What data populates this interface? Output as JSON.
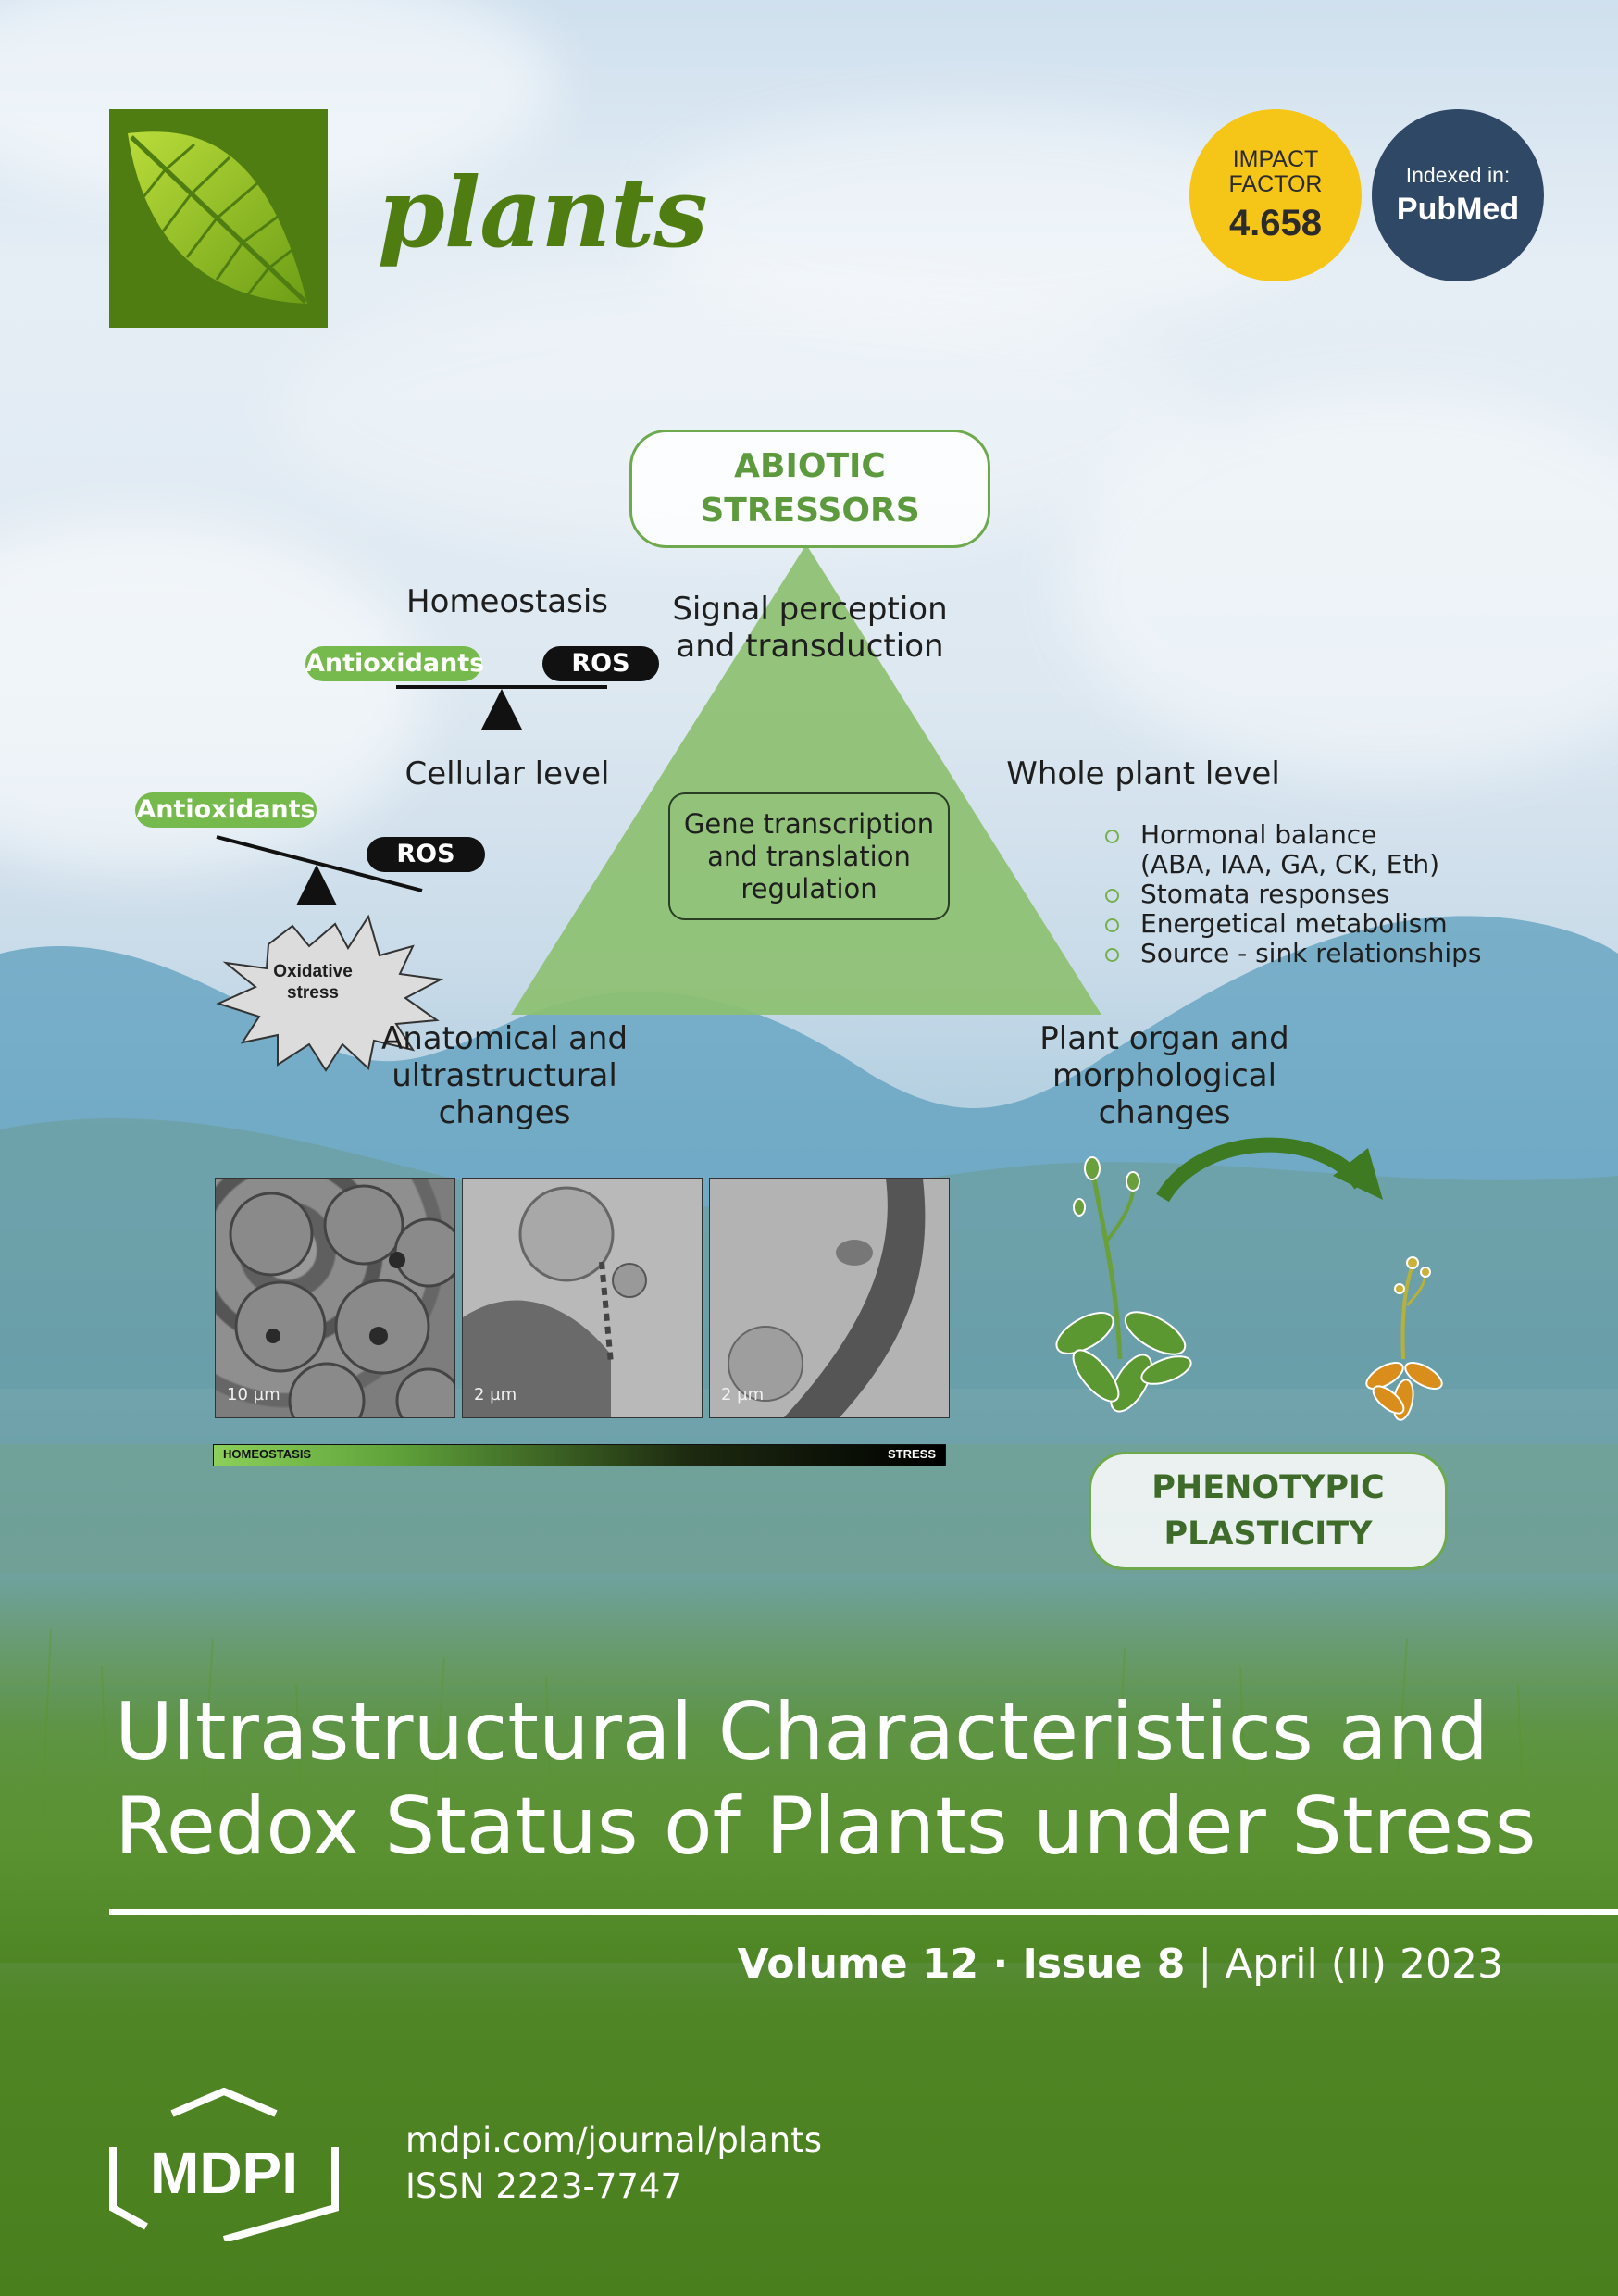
{
  "journal": {
    "name": "plants",
    "impact_factor": {
      "label_line1": "IMPACT",
      "label_line2": "FACTOR",
      "value": "4.658"
    },
    "indexed": {
      "label": "Indexed in:",
      "value": "PubMed"
    }
  },
  "diagram": {
    "stressors": {
      "line1": "ABIOTIC",
      "line2": "STRESSORS"
    },
    "homeostasis": "Homeostasis",
    "signal": {
      "line1": "Signal perception",
      "line2": "and transduction"
    },
    "balance_top": {
      "antioxidants": "Antioxidants",
      "ros": "ROS"
    },
    "cellular_level": "Cellular level",
    "whole_plant_level": "Whole plant level",
    "balance_bottom": {
      "antioxidants": "Antioxidants",
      "ros": "ROS"
    },
    "oxidative_stress": {
      "line1": "Oxidative",
      "line2": "stress"
    },
    "gene_box": {
      "line1": "Gene transcription",
      "line2": "and translation",
      "line3": "regulation"
    },
    "whole_plant_items": [
      "Hormonal balance",
      "(ABA, IAA, GA, CK, Eth)",
      "Stomata responses",
      "Energetical metabolism",
      "Source - sink relationships"
    ],
    "anatomical": {
      "line1": "Anatomical and",
      "line2": "ultrastructural",
      "line3": "changes"
    },
    "organ": {
      "line1": "Plant organ and",
      "line2": "morphological",
      "line3": "changes"
    },
    "micrographs": [
      {
        "scale": "10 µm"
      },
      {
        "scale": "2 µm"
      },
      {
        "scale": "2 µm"
      }
    ],
    "gradient_bar": {
      "left": "HOMEOSTASIS",
      "right": "STRESS"
    },
    "phenotypic": {
      "line1": "PHENOTYPIC",
      "line2": "PLASTICITY"
    }
  },
  "issue_title": {
    "line1": "Ultrastructural Characteristics and",
    "line2": "Redox Status of Plants under Stress"
  },
  "issue_info": {
    "volume": "Volume 12",
    "sep": " · ",
    "issue": "Issue 8",
    "divider": " | ",
    "date": "April (II) 2023"
  },
  "publisher": {
    "name": "MDPI",
    "url": "mdpi.com/journal/plants",
    "issn": "ISSN 2223-7747"
  },
  "colors": {
    "brand_green": "#4f7d12",
    "impact_yellow": "#f5c518",
    "pubmed_navy": "#2f4866",
    "diagram_green": "#8dc071"
  }
}
